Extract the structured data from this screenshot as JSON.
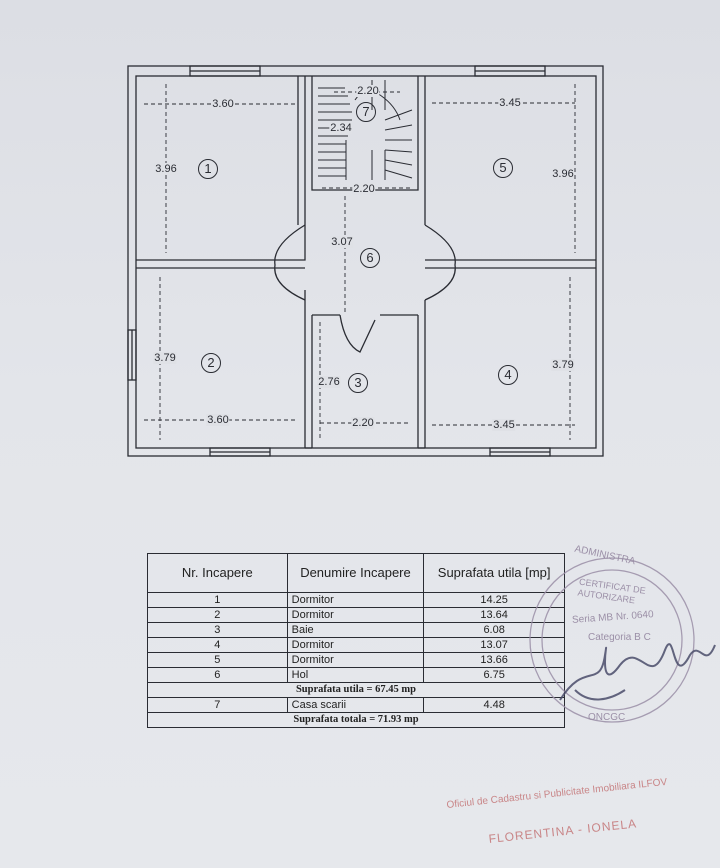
{
  "plan": {
    "dimensions": {
      "room1_width": "3.60",
      "room1_height": "3.96",
      "stair_top": "2.20",
      "stair_side": "2.34",
      "stair_bottom": "2.20",
      "hall_height": "3.07",
      "room5_width": "3.45",
      "room5_height": "3.96",
      "room2_height": "3.79",
      "room2_width": "3.60",
      "bath_height": "2.76",
      "bath_width": "2.20",
      "room4_height": "3.79",
      "room4_width": "3.45"
    },
    "room_numbers": [
      "1",
      "2",
      "3",
      "4",
      "5",
      "6",
      "7"
    ]
  },
  "table": {
    "headers": {
      "nr": "Nr. Incapere",
      "name": "Denumire Incapere",
      "area": "Suprafata utila [mp]"
    },
    "rows": [
      {
        "nr": "1",
        "name": "Dormitor",
        "area": "14.25"
      },
      {
        "nr": "2",
        "name": "Dormitor",
        "area": "13.64"
      },
      {
        "nr": "3",
        "name": "Baie",
        "area": "6.08"
      },
      {
        "nr": "4",
        "name": "Dormitor",
        "area": "13.07"
      },
      {
        "nr": "5",
        "name": "Dormitor",
        "area": "13.66"
      },
      {
        "nr": "6",
        "name": "Hol",
        "area": "6.75"
      }
    ],
    "useful_total": "Suprafata utila = 67.45 mp",
    "stair_row": {
      "nr": "7",
      "name": "Casa scarii",
      "area": "4.48"
    },
    "grand_total": "Suprafata totala = 71.93 mp"
  },
  "stamp": {
    "line1": "ADMINISTRA",
    "line2": "CERTIFICAT DE AUTORIZARE",
    "line3": "Seria MB Nr. 0640",
    "line4": "Categoria B C",
    "line5": "ONCGC"
  },
  "footer": {
    "office": "Oficiul de Cadastru si Publicitate Imobiliara ILFOV",
    "name": "FLORENTINA - IONELA"
  },
  "colors": {
    "ink": "#2a2c33",
    "paper": "#dfe1e6",
    "stamp": "#9b8fa7",
    "footer": "#c98688"
  }
}
